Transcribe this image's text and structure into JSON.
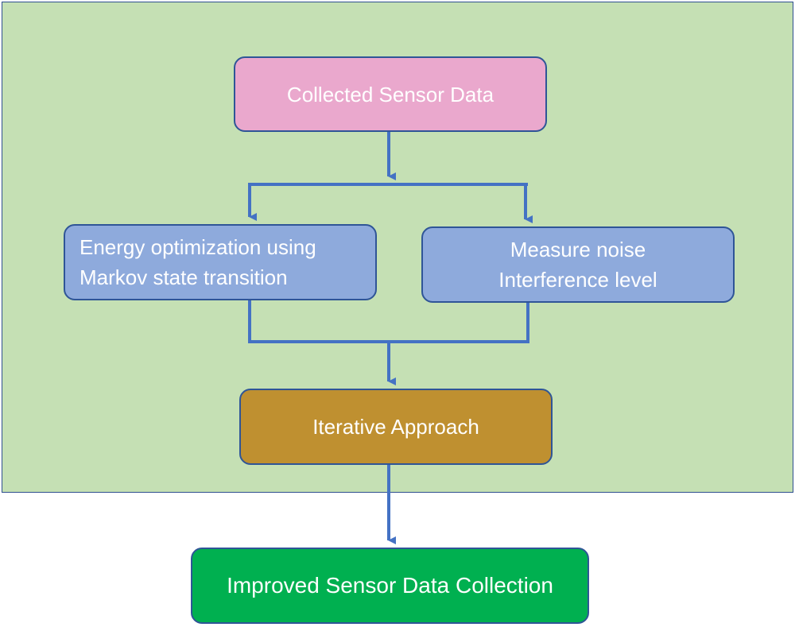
{
  "diagram": {
    "nodes": {
      "collected": {
        "label": "Collected Sensor Data",
        "color": "#eaa8cd"
      },
      "energy": {
        "line1": "Energy optimization using",
        "line2": "Markov state transition",
        "color": "#8eaadc"
      },
      "noise": {
        "line1": "Measure noise",
        "line2": "Interference level",
        "color": "#8eaadc"
      },
      "iterative": {
        "label": "Iterative Approach",
        "color": "#bf9030"
      },
      "improved": {
        "label": "Improved Sensor Data Collection",
        "color": "#00b050"
      }
    },
    "edges": [
      {
        "from": "collected",
        "to": "energy"
      },
      {
        "from": "collected",
        "to": "noise"
      },
      {
        "from": "energy",
        "to": "iterative"
      },
      {
        "from": "noise",
        "to": "iterative"
      },
      {
        "from": "iterative",
        "to": "improved"
      }
    ],
    "panel_color": "#c5e0b4",
    "connector_color": "#4472c4"
  }
}
